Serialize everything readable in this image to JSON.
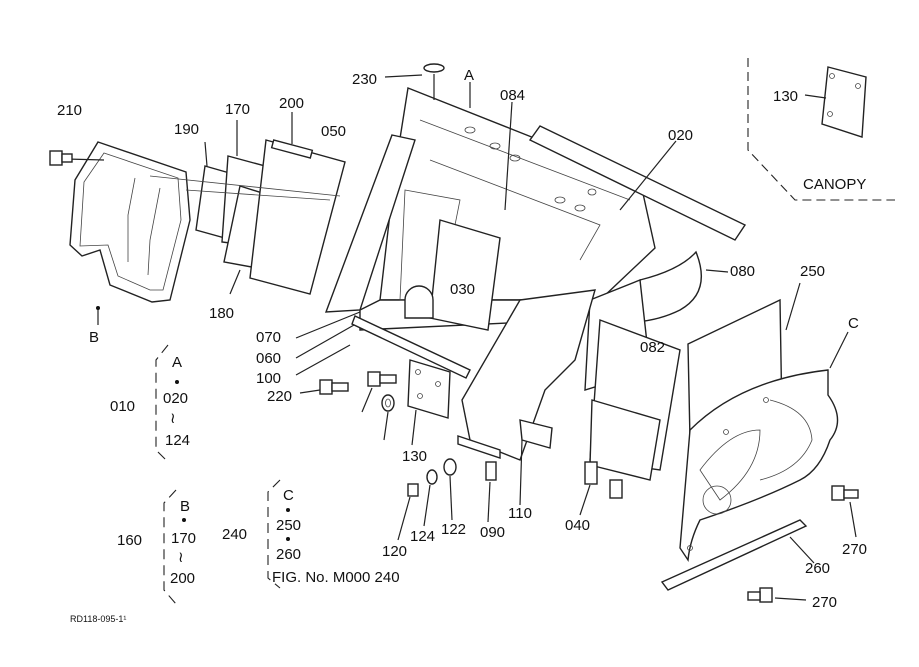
{
  "labels": {
    "p010": "010",
    "p020": "020",
    "p030": "030",
    "p040": "040",
    "p050": "050",
    "p060": "060",
    "p070": "070",
    "p080": "080",
    "p082": "082",
    "p084": "084",
    "p090": "090",
    "p100": "100",
    "p110": "110",
    "p120": "120",
    "p122": "122",
    "p124": "124",
    "p130a": "130",
    "p130b": "130",
    "p160": "160",
    "p170": "170",
    "p180": "180",
    "p190": "190",
    "p200": "200",
    "p210": "210",
    "p220": "220",
    "p230": "230",
    "p240": "240",
    "p250": "250",
    "p260": "260",
    "p270a": "270",
    "p270b": "270",
    "refA": "A",
    "refB": "B",
    "refC": "C"
  },
  "groups": {
    "A": {
      "letter": "A",
      "from": "020",
      "tilde": "≀",
      "to": "124"
    },
    "B": {
      "letter": "B",
      "from": "170",
      "tilde": "≀",
      "to": "200"
    },
    "C": {
      "letter": "C",
      "from": "250",
      "to": "260"
    }
  },
  "canopy_label": "CANOPY",
  "fig_ref": "FIG. No. M000  240",
  "drawing_id": "RD118-095-1¹"
}
